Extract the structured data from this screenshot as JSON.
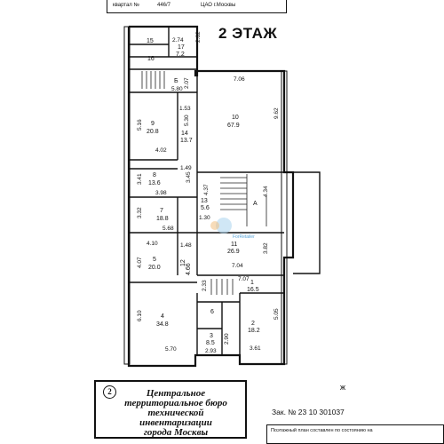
{
  "header": {
    "block_label": "квартал №",
    "block_value": "446/7",
    "district": "ЦАО г.Москвы"
  },
  "floor_title": "2 ЭТАЖ",
  "rooms": [
    {
      "num": "15",
      "area": ""
    },
    {
      "num": "17",
      "area": "7.2"
    },
    {
      "num": "16",
      "area": ""
    },
    {
      "num": "Б",
      "area": ""
    },
    {
      "num": "9",
      "area": "20.8"
    },
    {
      "num": "14",
      "area": "13.7"
    },
    {
      "num": "10",
      "area": "67.9"
    },
    {
      "num": "8",
      "area": "13.6"
    },
    {
      "num": "13",
      "area": "5.6"
    },
    {
      "num": "А",
      "area": ""
    },
    {
      "num": "7",
      "area": "18.8"
    },
    {
      "num": "11",
      "area": "26.9"
    },
    {
      "num": "5",
      "area": "20.0"
    },
    {
      "num": "12",
      "area": "4.66"
    },
    {
      "num": "1",
      "area": "16.5"
    },
    {
      "num": "6",
      "area": ""
    },
    {
      "num": "4",
      "area": "34.8"
    },
    {
      "num": "2",
      "area": "18.2"
    },
    {
      "num": "3",
      "area": "8.5"
    }
  ],
  "dimensions": [
    "2.74",
    "2.62",
    "2.07",
    "5.80",
    "7.06",
    "1.53",
    "5.30",
    "9.62",
    "5.16",
    "4.02",
    "1.49",
    "3.45",
    "3.41",
    "3.98",
    "4.37",
    "4.34",
    "3.32",
    "1.30",
    "5.68",
    "4.10",
    "1.48",
    "3.82",
    "4.07",
    "7.04",
    "7.07",
    "2.33",
    "6.10",
    "5.05",
    "2.90",
    "5.70",
    "2.93",
    "3.61"
  ],
  "stamp": {
    "seal": "2",
    "lines": [
      "Центральное",
      "территориальное бюро",
      "технической инвентаризации",
      "города Москвы"
    ]
  },
  "order": "Зак. № 23 10 301037",
  "footnote": "Поэтажный план составлен по состоянию на",
  "mark": "ж",
  "watermark": "ForRetailer"
}
